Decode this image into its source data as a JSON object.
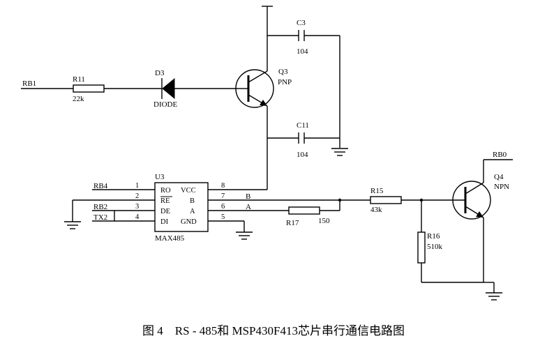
{
  "nets": {
    "rb1": "RB1",
    "rb4": "RB4",
    "rb2": "RB2",
    "tx2": "TX2",
    "rb0": "RB0",
    "b": "B",
    "a": "A"
  },
  "components": {
    "r11": {
      "ref": "R11",
      "value": "22k"
    },
    "d3": {
      "ref": "D3",
      "value": "DIODE"
    },
    "q3": {
      "ref": "Q3",
      "value": "PNP"
    },
    "c3": {
      "ref": "C3",
      "value": "104"
    },
    "c11": {
      "ref": "C11",
      "value": "104"
    },
    "r17": {
      "ref": "R17",
      "value": "150"
    },
    "r15": {
      "ref": "R15",
      "value": "43k"
    },
    "r16": {
      "ref": "R16",
      "value": "510k"
    },
    "q4": {
      "ref": "Q4",
      "value": "NPN"
    }
  },
  "u3": {
    "ref": "U3",
    "part": "MAX485",
    "left_pins": [
      {
        "num": "1",
        "name": "RO"
      },
      {
        "num": "2",
        "name": "RE"
      },
      {
        "num": "3",
        "name": "DE"
      },
      {
        "num": "4",
        "name": "DI"
      }
    ],
    "right_pins": [
      {
        "num": "8",
        "name": "VCC"
      },
      {
        "num": "7",
        "name": "B"
      },
      {
        "num": "6",
        "name": "A"
      },
      {
        "num": "5",
        "name": "GND"
      }
    ]
  },
  "caption": "图 4　RS - 485和 MSP430F413芯片串行通信电路图"
}
